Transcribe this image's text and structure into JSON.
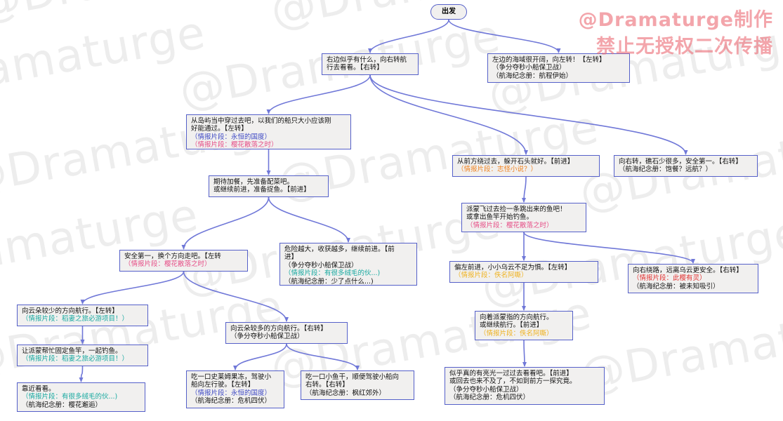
{
  "start_label": "出发",
  "stamp": [
    "@Dramaturge制作",
    "禁止无授权二次传播"
  ],
  "watermark_text": "@Dramaturge",
  "colors": {
    "node_border": "#5560c9",
    "node_fill": "#f1f0ef",
    "edge": "#7078d8",
    "blue": "#3e49c4",
    "pink": "#e64d86",
    "orange": "#f0821f",
    "teal": "#18a9a0",
    "yellow": "#efb21f",
    "red": "#e23333"
  },
  "nodes": [
    {
      "id": "n1",
      "lines": [
        {
          "t": "右边似乎有什么，向右转航"
        },
        {
          "t": "行去看看。【右转】"
        }
      ]
    },
    {
      "id": "n2",
      "lines": [
        {
          "t": "左边的海域很开阔，向左转！【左转】"
        },
        {
          "t": "（争分夺秒小船保卫战）"
        },
        {
          "t": "（航海纪念册：航程伊始）"
        }
      ]
    },
    {
      "id": "n3",
      "lines": [
        {
          "t": "从岛屿当中穿过去吧，以我们的船只大小应该刚"
        },
        {
          "t": "好能通过。【左转】"
        },
        {
          "t": "（情报片段：永恒的国度）",
          "c": "blue"
        },
        {
          "t": "（情报片段：樱花散落之时）",
          "c": "pink"
        }
      ]
    },
    {
      "id": "n4",
      "lines": [
        {
          "t": "从前方绕过去，躲开石头就好。【前进】"
        },
        {
          "t": "（情报片段：志怪小说？）",
          "c": "orange"
        }
      ]
    },
    {
      "id": "n5",
      "lines": [
        {
          "t": "向右转，礁石少很多，安全第一。【右转】"
        },
        {
          "t": "（航海纪念册：饱餐？远航？）"
        }
      ]
    },
    {
      "id": "n6",
      "lines": [
        {
          "t": "期待加餐，先准备配菜吧。"
        },
        {
          "t": "或继续前进，准备捉鱼。【前进】"
        }
      ]
    },
    {
      "id": "n7",
      "lines": [
        {
          "t": "派蒙飞过去捡一条跳出来的鱼吧！"
        },
        {
          "t": "或拿出鱼竿开始钓鱼。"
        },
        {
          "t": "（情报片段：樱花散落之时）",
          "c": "pink"
        }
      ]
    },
    {
      "id": "n8",
      "lines": [
        {
          "t": "安全第一，换个方向走吧。【左转"
        },
        {
          "t": "（情报片段：樱花散落之时）",
          "c": "pink"
        }
      ]
    },
    {
      "id": "n9",
      "lines": [
        {
          "t": "危险越大，收获越多，继续前进。【前"
        },
        {
          "t": "进】"
        },
        {
          "t": "（争分夺秒小船保卫战）"
        },
        {
          "t": "（情报片段：有很多绒毛的伙...)",
          "c": "teal"
        },
        {
          "t": "（航海纪念册：少了点什么...)"
        }
      ]
    },
    {
      "id": "n10",
      "lines": [
        {
          "t": "偏左前进，小小乌云不足为惧。【左转】"
        },
        {
          "t": "（情报片段：佚名阿嘶）",
          "c": "yellow"
        }
      ]
    },
    {
      "id": "n11",
      "lines": [
        {
          "t": "向右绕路，远离乌云更安全。【右转】"
        },
        {
          "t": "（情报片段：此樱有灵）",
          "c": "red"
        },
        {
          "t": "（航海纪念册：被未知吸引）"
        }
      ]
    },
    {
      "id": "n12",
      "lines": [
        {
          "t": "向云朵较少的方向航行。【左转】"
        },
        {
          "t": "（情报片段：稻妻之旅必游项目！）",
          "c": "teal"
        }
      ]
    },
    {
      "id": "n13",
      "lines": [
        {
          "t": "向云朵较多的方向航行。【右转】"
        },
        {
          "t": "（争分夺秒小船保卫战）"
        }
      ]
    },
    {
      "id": "n14",
      "lines": [
        {
          "t": "向着派蒙指的方向航行。"
        },
        {
          "t": "或继续航行。【前进】"
        },
        {
          "t": "（情报片段：佚名阿嘶）",
          "c": "yellow"
        }
      ]
    },
    {
      "id": "n15",
      "lines": [
        {
          "t": "让派蒙帮忙固定鱼竿，一起钓鱼。"
        },
        {
          "t": "（情报片段：稻妻之旅必游项目！）",
          "c": "teal"
        }
      ]
    },
    {
      "id": "n16",
      "lines": [
        {
          "t": "吃一口史莱姆果冻，驾驶小"
        },
        {
          "t": "船向左行驶。【左转】"
        },
        {
          "t": "（情报片段：永恒的国度）",
          "c": "blue"
        },
        {
          "t": "（航海纪念册：危机四伏）"
        }
      ]
    },
    {
      "id": "n17",
      "lines": [
        {
          "t": "吃一口小鱼干，顺便驾驶小船向"
        },
        {
          "t": "右转。【右转】"
        },
        {
          "t": "（航海纪念册：枫红郊外）"
        }
      ]
    },
    {
      "id": "n18",
      "lines": [
        {
          "t": "似乎真的有亮光一过过去看看吧。【前进】"
        },
        {
          "t": "或回去也来不及了，不如到前方一探究竟。"
        },
        {
          "t": "（争分夺秒小船保卫战）"
        },
        {
          "t": "（航海纪念册：危机四伏）"
        }
      ]
    },
    {
      "id": "n19",
      "lines": [
        {
          "t": "靠近看看。"
        },
        {
          "t": "（情报片段：有很多绒毛的伙...)",
          "c": "teal"
        },
        {
          "t": "（航海纪念册：樱花邂逅）"
        }
      ]
    }
  ],
  "edges": [
    [
      "start",
      "n1"
    ],
    [
      "start",
      "n2"
    ],
    [
      "n1",
      "n3"
    ],
    [
      "n1",
      "n4"
    ],
    [
      "n1",
      "n5"
    ],
    [
      "n3",
      "n6"
    ],
    [
      "n4",
      "n7"
    ],
    [
      "n6",
      "n8"
    ],
    [
      "n6",
      "n9"
    ],
    [
      "n7",
      "n10"
    ],
    [
      "n7",
      "n11"
    ],
    [
      "n8",
      "n12"
    ],
    [
      "n8",
      "n13"
    ],
    [
      "n10",
      "n14"
    ],
    [
      "n12",
      "n15"
    ],
    [
      "n13",
      "n16"
    ],
    [
      "n13",
      "n17"
    ],
    [
      "n14",
      "n18"
    ],
    [
      "n15",
      "n19"
    ]
  ]
}
